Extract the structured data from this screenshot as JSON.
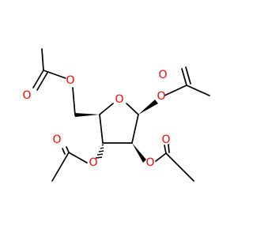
{
  "diagram": {
    "atoms": [
      {
        "id": "O_ring",
        "label": "O"
      },
      {
        "id": "O_c1",
        "label": "O"
      },
      {
        "id": "O_c2",
        "label": "O"
      },
      {
        "id": "O_c3",
        "label": "O"
      },
      {
        "id": "O_c5",
        "label": "O"
      },
      {
        "id": "O_carbonyl_c1",
        "label": "O"
      },
      {
        "id": "O_carbonyl_c2",
        "label": "O"
      },
      {
        "id": "O_carbonyl_c3",
        "label": "O"
      },
      {
        "id": "O_carbonyl_c5",
        "label": "O"
      }
    ]
  },
  "colors": {
    "bond": "#000000",
    "oxygen": "#ff0000"
  }
}
